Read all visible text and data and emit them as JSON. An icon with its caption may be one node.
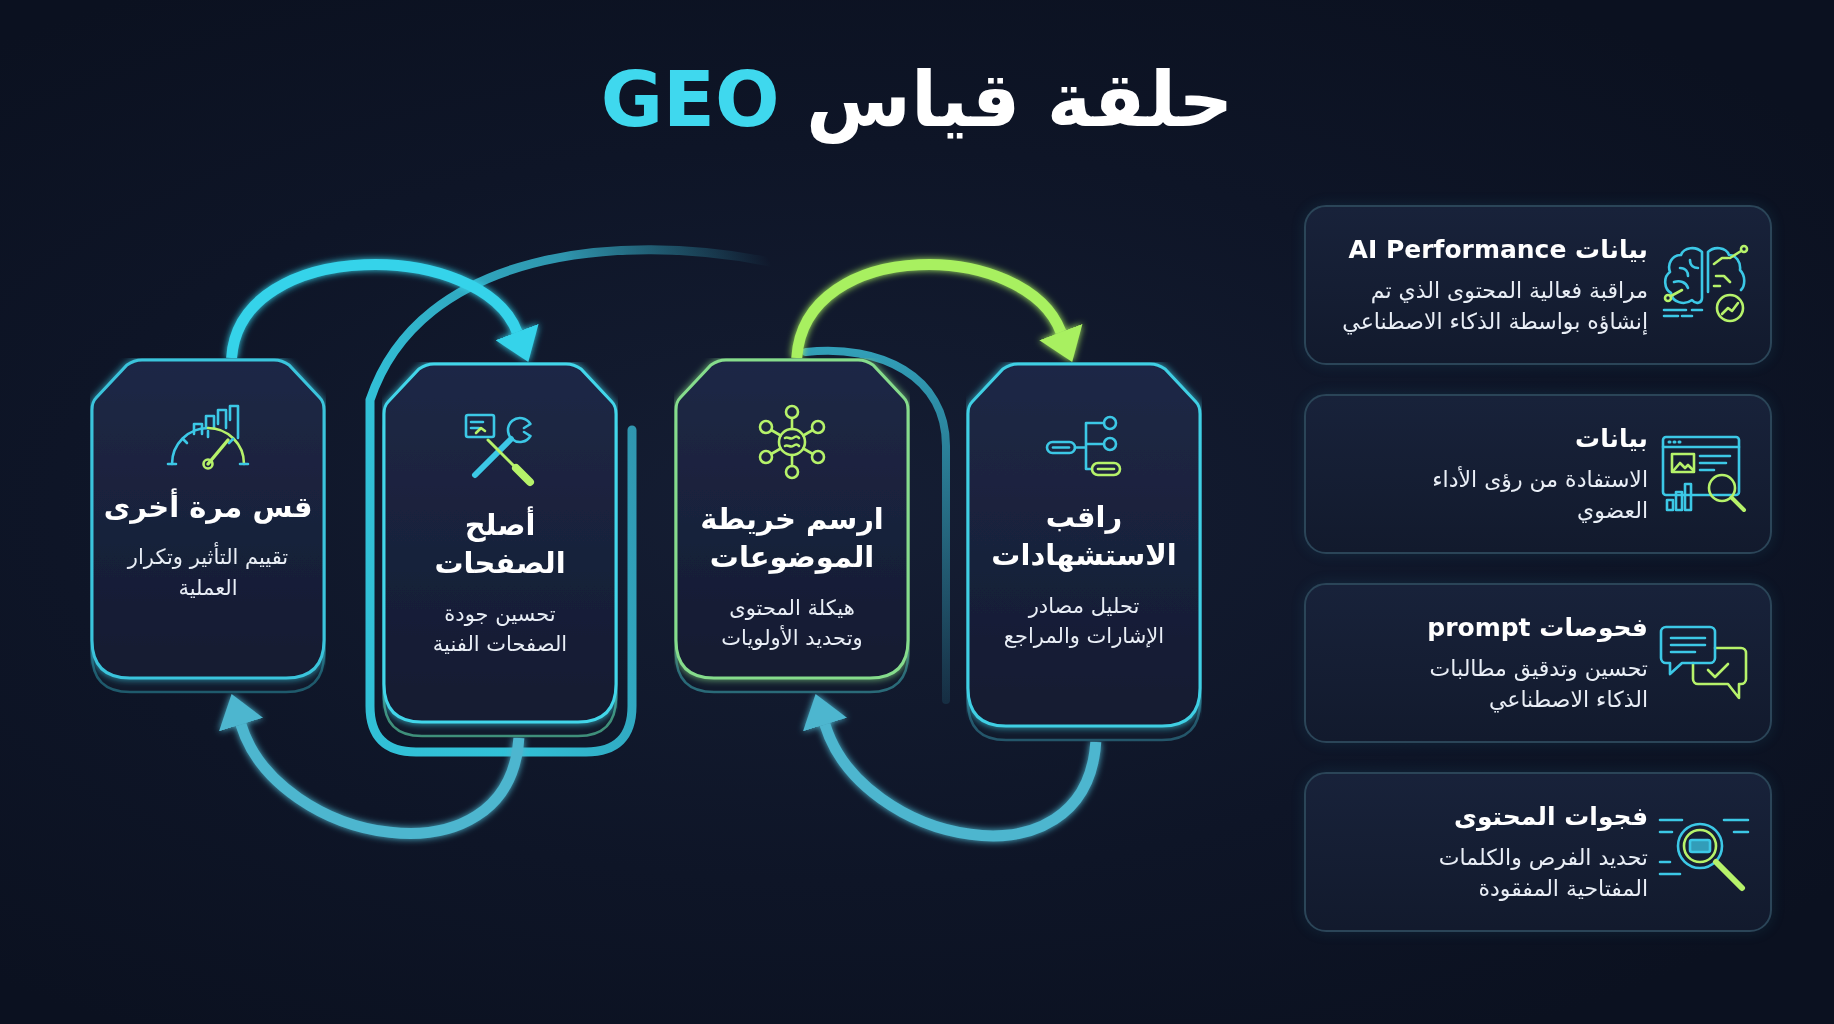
{
  "diagram": {
    "title": "حلقة قياس **GEO**",
    "nodes": [
      {
        "text": [
          "قس مرة أخرى",
          "تقييم التأثير وتكرار العملية"
        ]
      },
      {
        "text": [
          "أصلح الصفحات",
          "تحسين جودة الصفحات الفنية"
        ]
      },
      {
        "text": [
          "ارسم خريطة الموضوعات",
          "هيكلة المحتوى وتحديد الأولويات"
        ]
      },
      {
        "text": [
          "راقب الاستشهادات",
          "تحليل مصادر الإشارات والمراجع"
        ]
      },
      {
        "text": [
          "بيانات AI Performance",
          "مراقبة فعالية المحتوى الذي تم إنشاؤه بواسطة الذكاء الاصطناعي"
        ]
      },
      {
        "text": [
          "بيانات",
          "الاستفادة من رؤى الأداء العضوي"
        ]
      },
      {
        "text": [
          "فحوصات prompt",
          "تحسين وتدقيق مطالبات الذكاء الاصطناعي"
        ]
      },
      {
        "text": [
          "فجوات المحتوى",
          "تحديد الفرص والكلمات المفتاحية المفقودة"
        ]
      }
    ],
    "edges": [
      {
        "from": 0,
        "to": 1,
        "arrow": "to",
        "color": "#a8f060"
      },
      {
        "from": 1,
        "to": 2,
        "arrow": "to",
        "color": "#a8f060"
      },
      {
        "from": 2,
        "to": 3,
        "arrow": "to",
        "color": "#35d3ea"
      },
      {
        "from": 0,
        "to": 1,
        "arrow": "to",
        "color": "#35d3ea"
      },
      {
        "from": 2,
        "to": 3,
        "arrow": "to",
        "color": "#a8f060"
      },
      {
        "from": 1,
        "to": 0,
        "arrow": "to",
        "color": "#4db6cf"
      },
      {
        "from": 3,
        "to": 2,
        "arrow": "to",
        "color": "#4db6cf"
      }
    ]
  }
}
